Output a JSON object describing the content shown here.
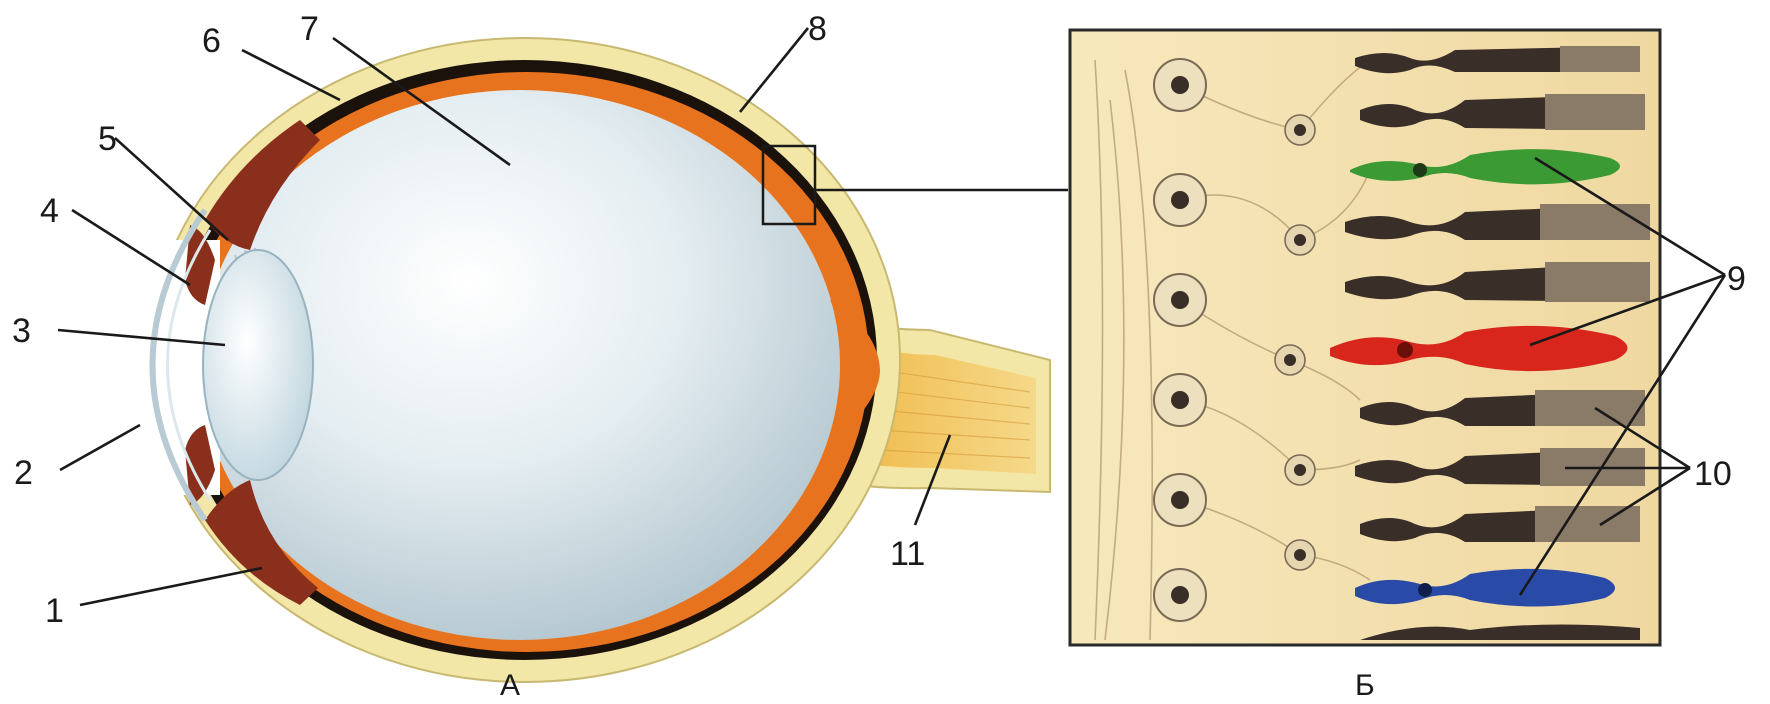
{
  "figure": {
    "panel_a_caption": "А",
    "panel_b_caption": "Б"
  },
  "labels": {
    "l1": "1",
    "l2": "2",
    "l3": "3",
    "l4": "4",
    "l5": "5",
    "l6": "6",
    "l7": "7",
    "l8": "8",
    "l9": "9",
    "l10": "10",
    "l11": "11"
  },
  "colors": {
    "sclera": "#f2e7a6",
    "choroid": "#1c120c",
    "retina": "#e8731e",
    "vitreous": "#c9d8de",
    "iris": "#8a2f1c",
    "lens": "#dbe9ef",
    "optic_nerve": "#f0c55a",
    "panel_bg": "#f3e1b0",
    "cone_green": "#3c9a35",
    "cone_red": "#d8261c",
    "cone_blue": "#2a4aa8",
    "rod": "#3a2e28"
  }
}
